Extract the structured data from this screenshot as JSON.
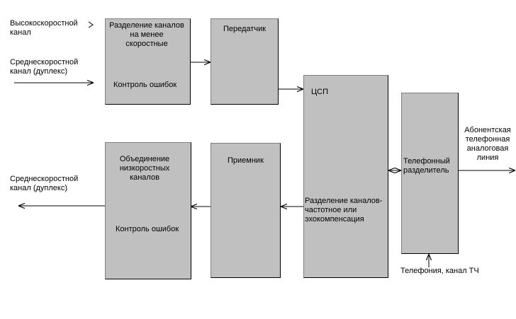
{
  "diagram": {
    "inputs": {
      "high_speed_channel": "Высокоскоростной\nканал",
      "mid_speed_duplex_in": "Среднескоростной\nканал (дуплекс)"
    },
    "blocks": {
      "split_block_title": "Разделение каналов\nна менее\nскоростные",
      "split_block_error": "Контроль ошибок",
      "transmitter": "Передатчик",
      "receiver": "Приемник",
      "merge_block_title": "Объединение\nнизкоростных\nканалов",
      "merge_block_error": "Контроль ошибок",
      "dsp_title": "ЦСП",
      "dsp_separation": "Разделение каналов-\nчастотное или\nэхокомпенсация",
      "phone_splitter": "Телефонный\nразделитель"
    },
    "outputs": {
      "mid_speed_duplex_out": "Среднескоростной\nканал (дуплекс)",
      "subscriber_line": "Абонентская\nтелефонная\nаналоговая\nлиния",
      "telephony": "Телефония, канал ТЧ"
    }
  }
}
